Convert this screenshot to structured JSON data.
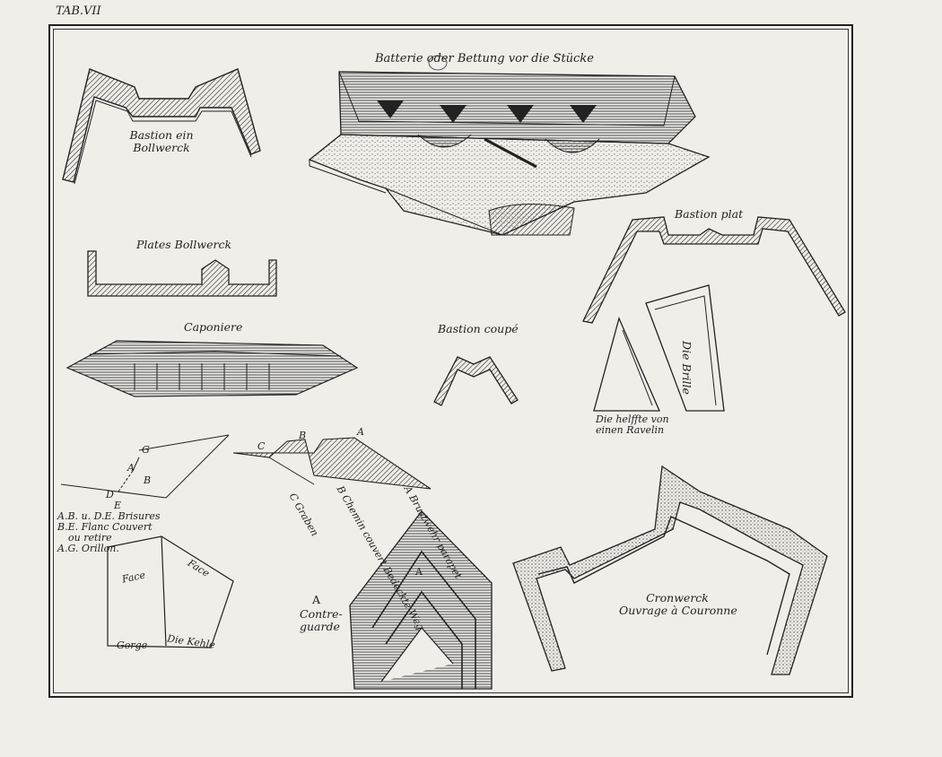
{
  "plate": {
    "number": "TAB.VII"
  },
  "figures": {
    "bastion": {
      "title_line1": "Bastion ein",
      "title_line2": "Bollwerck"
    },
    "battery": {
      "title": "Batterie   oder Bettung vor die Stücke"
    },
    "flat_bulwark": {
      "title": "Plates Bollwerck"
    },
    "flat_bastion": {
      "title": "Bastion plat"
    },
    "caponiere": {
      "title": "Caponiere"
    },
    "cut_bastion": {
      "title": "Bastion coupé"
    },
    "spectacles": {
      "title": "Die Brille",
      "caption_line1": "Die helffte von",
      "caption_line2": "einen Ravelin"
    },
    "orillon": {
      "letters": [
        "G",
        "A",
        "B",
        "D",
        "E"
      ],
      "legend": [
        "A.B. u. D.E. Brisures",
        "B.E. Flanc Couvert",
        "ou retire",
        "A.G. Orillon."
      ]
    },
    "profile": {
      "letters": [
        "C",
        "B",
        "A"
      ],
      "labels": [
        "A Brustwehr parapet",
        "B Chemin couvert Bedeckte Weg",
        "C Graben"
      ]
    },
    "ravelin": {
      "face_left": "Face",
      "face_right": "Face",
      "gorge": "Gorge",
      "kehle": "Die Kehle"
    },
    "counterguard": {
      "letter": "A",
      "mark": "A",
      "title_line1": "Contre-",
      "title_line2": "guarde"
    },
    "crownwork": {
      "title_line1": "Cronwerck",
      "title_line2": "Ouvrage à Couronne"
    }
  }
}
